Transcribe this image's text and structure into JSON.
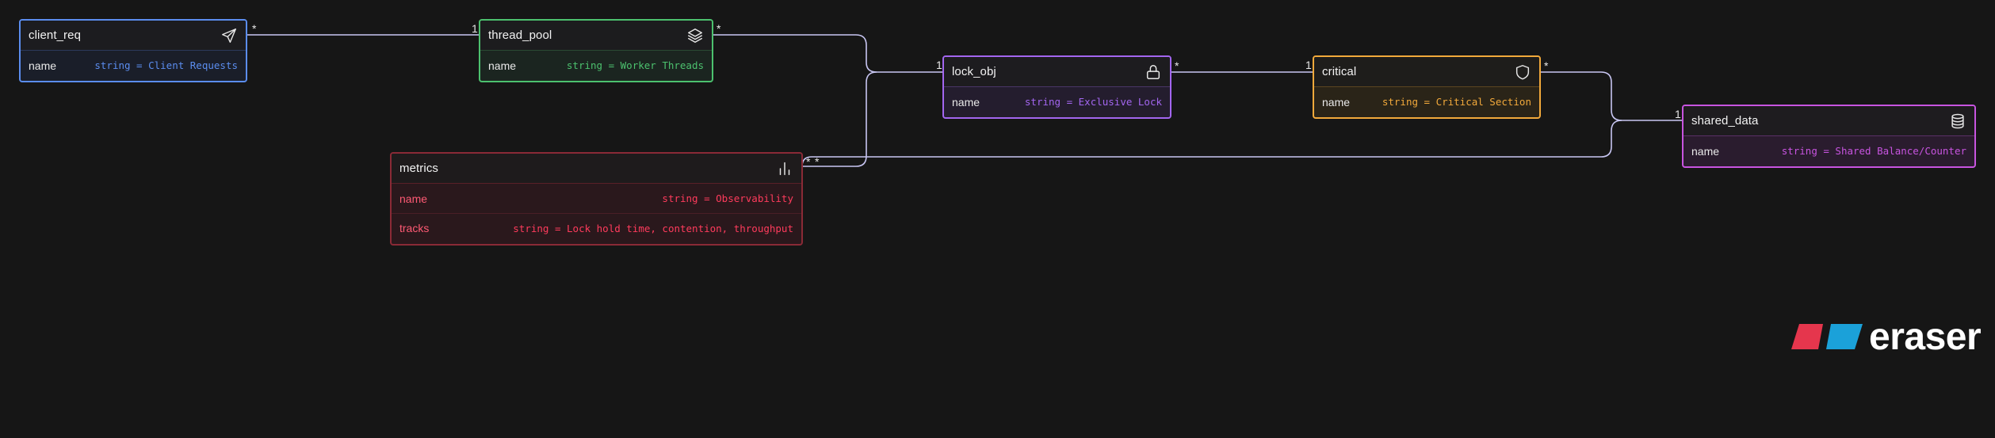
{
  "colors": {
    "background": "#161616",
    "edge": "#c8c6f2",
    "blue": "#5b8def",
    "green": "#4cc16e",
    "purple": "#a366f0",
    "orange": "#f2a93b",
    "magenta": "#c854e0",
    "red": "#8a2a36",
    "red_text": "#ff3b5c"
  },
  "entities": {
    "client_req": {
      "title": "client_req",
      "icon": "send-icon",
      "attrs": [
        {
          "name": "name",
          "type": "string = Client Requests"
        }
      ]
    },
    "thread_pool": {
      "title": "thread_pool",
      "icon": "layers-icon",
      "attrs": [
        {
          "name": "name",
          "type": "string = Worker Threads"
        }
      ]
    },
    "lock_obj": {
      "title": "lock_obj",
      "icon": "lock-icon",
      "attrs": [
        {
          "name": "name",
          "type": "string = Exclusive Lock"
        }
      ]
    },
    "critical": {
      "title": "critical",
      "icon": "shield-icon",
      "attrs": [
        {
          "name": "name",
          "type": "string = Critical Section"
        }
      ]
    },
    "shared_data": {
      "title": "shared_data",
      "icon": "database-icon",
      "attrs": [
        {
          "name": "name",
          "type": "string = Shared Balance/Counter"
        }
      ]
    },
    "metrics": {
      "title": "metrics",
      "icon": "bar-chart-icon",
      "attrs": [
        {
          "name": "name",
          "type": "string = Observability"
        },
        {
          "name": "tracks",
          "type": "string = Lock hold time, contention, throughput"
        }
      ]
    }
  },
  "relations": [
    {
      "from": "client_req",
      "to": "thread_pool",
      "from_card": "*",
      "to_card": "1"
    },
    {
      "from": "thread_pool",
      "to": "lock_obj",
      "from_card": "*",
      "to_card": "1"
    },
    {
      "from": "metrics",
      "to": "lock_obj",
      "from_card": "*",
      "to_card": "1"
    },
    {
      "from": "lock_obj",
      "to": "critical",
      "from_card": "*",
      "to_card": "1"
    },
    {
      "from": "critical",
      "to": "shared_data",
      "from_card": "*",
      "to_card": "1"
    },
    {
      "from": "metrics",
      "to": "shared_data",
      "from_card": "*",
      "to_card": "1"
    }
  ],
  "logo": {
    "text": "eraser"
  }
}
